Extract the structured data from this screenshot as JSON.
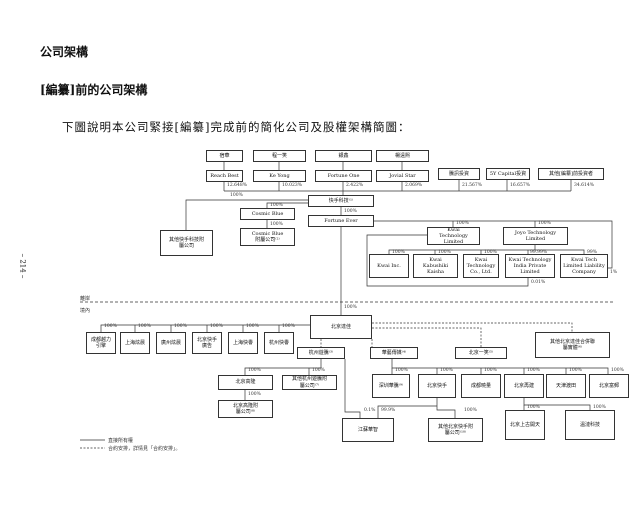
{
  "page_number": "– 214 –",
  "heading": "公司架構",
  "subheading": "[編纂]前的公司架構",
  "intro": "下圖說明本公司緊接[編纂]完成前的簡化公司及股權架構簡圖：",
  "zones": {
    "offshore": "離岸",
    "onshore": "境內"
  },
  "founders": [
    "宿華",
    "程一笑",
    "銀鑫",
    "楊遠熙"
  ],
  "holders": [
    "Reach Best",
    "Ke Yong",
    "Fortune One",
    "Jovial Star",
    "騰訊投資",
    "5Y Capital投資",
    "其他[編纂]前投資者"
  ],
  "holder_pcts": [
    "12.648%",
    "10.023%",
    "2.422%",
    "2.069%",
    "21.567%",
    "16.657%",
    "34.614%"
  ],
  "offshore": {
    "company": "快手科技⁽¹⁾",
    "fortune_ever": "Fortune Ever",
    "other_subs": "其他快手科技附屬公司",
    "cosmic_blue": "Cosmic Blue",
    "cosmic_subs": "Cosmic Blue附屬公司⁽²⁾",
    "kwai_tech": "Kwai Technology Limited",
    "joyo": "Joyo Technology Limited",
    "kwai_inc": "Kwai Inc.",
    "kwai_kk": "Kwai Kabushiki Kaisha",
    "kwai_co": "Kwai Technology Co., Ltd.",
    "kwai_india": "Kwai Technology India Private Limited",
    "kwai_llc": "Kwai Tech Limited Liability Company"
  },
  "onshore": {
    "dajia": "北京達佳",
    "subs": [
      "成都越力引擎",
      "上海炫晨",
      "廣州炫晨",
      "北京快手廣告",
      "上海快譽",
      "杭州快譽"
    ],
    "hz": "杭州遊騰⁽³⁾",
    "hy": "華藝傳媒⁽⁴⁾",
    "yixiao": "北京一笑⁽⁵⁾",
    "other_vie": "其他北京達佳合併聯屬實體⁽⁶⁾",
    "gaolong": "北京高隆",
    "other_hz": "其他杭州遊騰附屬公司⁽⁷⁾",
    "gaolong_subs": "北京高隆附屬公司⁽⁸⁾",
    "row2": [
      "深圳華騰⁽⁹⁾",
      "北京快手",
      "成都曉量",
      "北京再建",
      "天津渡田",
      "北京富郵"
    ],
    "jiangsu": "江蘇華智",
    "other_ks": "其他北京快手附屬公司⁽¹⁰⁾",
    "shanggu": "北京上古開天",
    "wenlian": "溫漣科技"
  },
  "pcts": {
    "p100": "100%",
    "p9999": "99.99%",
    "p99": "99%",
    "p1": "1%",
    "p001": "0.01%",
    "p01": "0.1%",
    "p999": "99.9%"
  },
  "legend": [
    "直接所有權",
    "合約安排，詳情見「合約安排」。"
  ]
}
